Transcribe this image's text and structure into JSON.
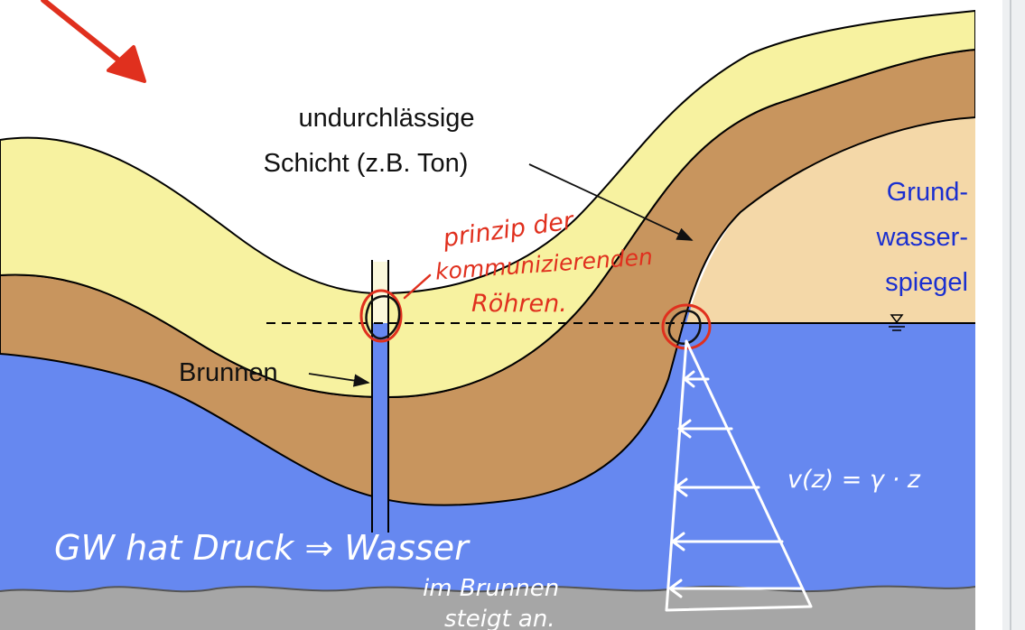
{
  "labels": {
    "impermeable_line1": "undurchlässige",
    "impermeable_line2": "Schicht (z.B. Ton)",
    "water_table_line1": "Grund-",
    "water_table_line2": "wasser-",
    "water_table_line3": "spiegel",
    "well": "Brunnen"
  },
  "annotations": {
    "principle_line1": "prinzip der",
    "principle_line2": "kommunizierenden",
    "principle_line3": "Röhren.",
    "velocity_formula": "v(z) = γ · z",
    "pressure_line1": "GW hat Druck ⇒ Wasser",
    "pressure_line2": "im Brunnen",
    "pressure_line3": "steigt an."
  },
  "colors": {
    "topsoil": "#f7f2a0",
    "clay": "#c8955e",
    "dry_sand": "#f4d8a8",
    "groundwater": "#6688f0",
    "bedrock": "#a6a6a6",
    "label_blue": "#1a2fd0",
    "annotation_red": "#e0301e",
    "annotation_white": "#ffffff"
  }
}
